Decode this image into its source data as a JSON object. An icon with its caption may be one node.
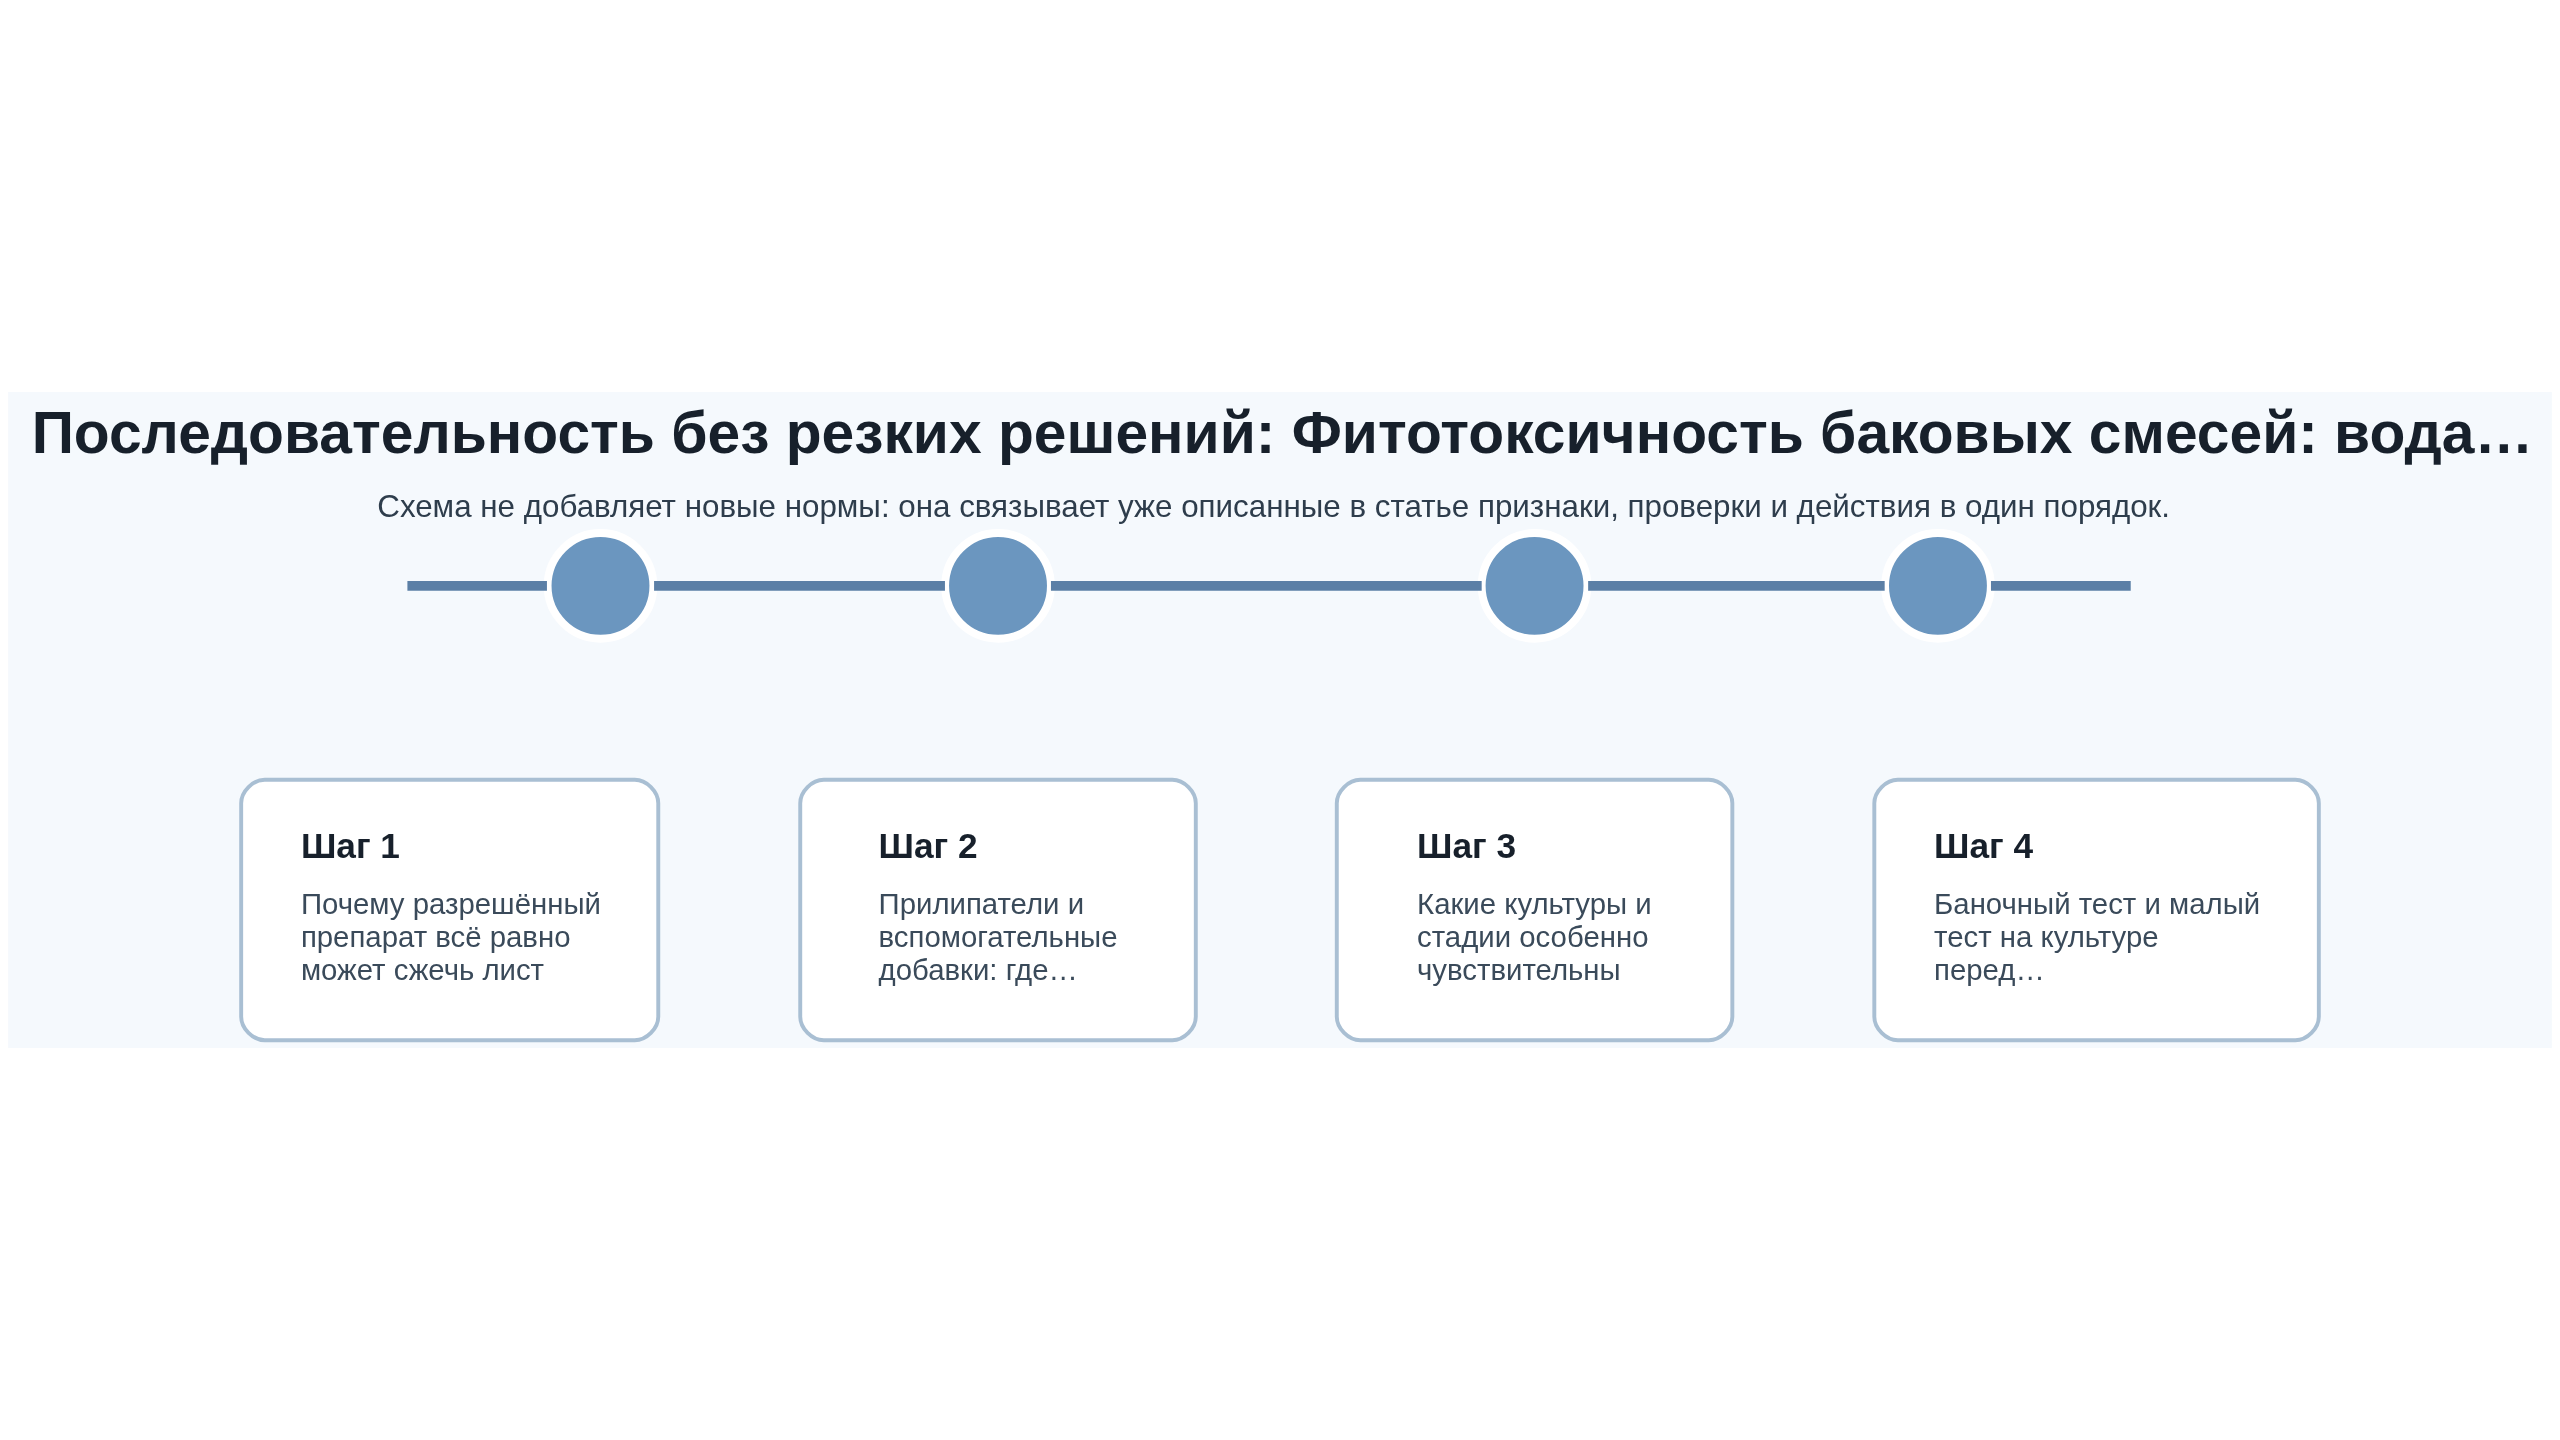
{
  "diagram": {
    "title": "Последовательность без резких решений: Фитотоксичность баковых смесей: вода…",
    "caption": "Схема не добавляет новые нормы: она связывает уже описанные в статье признаки, проверки и действия в один порядок.",
    "nodes": [
      {
        "text": [],
        "shape": "circle"
      },
      {
        "text": [],
        "shape": "circle"
      },
      {
        "text": [],
        "shape": "circle"
      },
      {
        "text": [],
        "shape": "circle"
      },
      {
        "text": [
          "Шаг 1",
          "Почему разрешённый препарат всё равно может сжечь лист"
        ]
      },
      {
        "text": [
          "Шаг 2",
          "Прилипатели и вспомогательные добавки: где…"
        ]
      },
      {
        "text": [
          "Шаг 3",
          "Какие культуры и стадии особенно чувствительны"
        ]
      },
      {
        "text": [
          "Шаг 4",
          "Баночный тест и малый тест на культуре перед…"
        ]
      }
    ],
    "edges": [
      {
        "from": null,
        "to": 0,
        "arrow": "none"
      },
      {
        "from": 0,
        "to": 1,
        "arrow": "none"
      },
      {
        "from": 1,
        "to": 2,
        "arrow": "none"
      },
      {
        "from": 2,
        "to": 3,
        "arrow": "none"
      },
      {
        "from": 3,
        "to": null,
        "arrow": "none"
      }
    ]
  }
}
